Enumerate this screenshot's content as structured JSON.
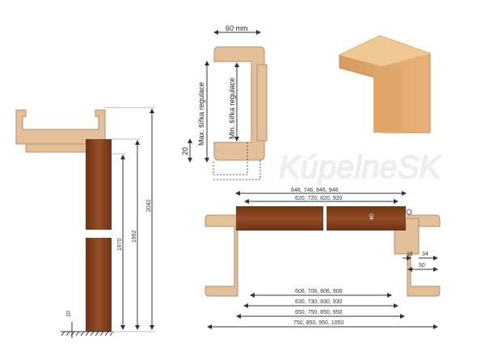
{
  "watermark": "KúpelneSK",
  "colors": {
    "frame": "#e3c09a",
    "frame_edge": "#b58d66",
    "door": "#7a3a18",
    "door_light": "#95502a",
    "line": "#555555"
  },
  "side_view": {
    "dims": [
      "1970",
      "1992",
      "2042",
      "10"
    ]
  },
  "profile": {
    "width_label": "60 mm",
    "max_label": "Max. šířka regulace",
    "min_label": "Min. šířka regulace",
    "offset_label": "20"
  },
  "plan_view": {
    "door_thickness": "40",
    "top_dims": [
      "646, 746, 846, 946",
      "620, 720, 820, 920"
    ],
    "bottom_dims": [
      "606, 706, 806, 906",
      "630, 730, 830, 930",
      "650, 750, 850, 950",
      "750, 850, 950, 1050"
    ],
    "side_dims": [
      "16",
      "34",
      "50"
    ]
  }
}
